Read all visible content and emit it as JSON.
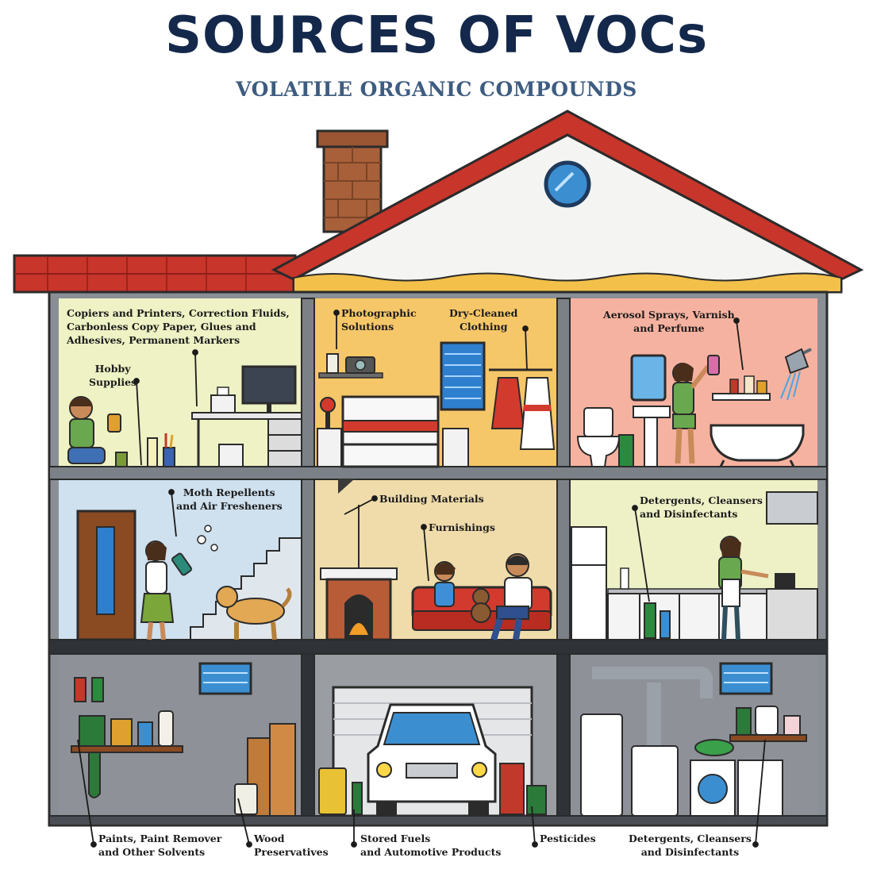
{
  "header": {
    "title": "SOURCES OF VOCs",
    "subtitle": "VOLATILE ORGANIC COMPOUNDS"
  },
  "labels": {
    "office_sources": "Copiers and Printers, Correction Fluids,\nCarbonless Copy Paper, Glues and\nAdhesives, Permanent Markers",
    "hobby_supplies": "Hobby\nSupplies",
    "photographic_solutions": "Photographic\nSolutions",
    "dry_cleaned_clothing": "Dry-Cleaned\nClothing",
    "aerosol_sprays": "Aerosol Sprays, Varnish\nand Perfume",
    "moth_repellents": "Moth Repellents\nand Air Fresheners",
    "building_materials": "Building Materials",
    "furnishings": "Furnishings",
    "kitchen_detergents": "Detergents, Cleansers\nand Disinfectants",
    "paints": "Paints, Paint Remover\nand Other Solvents",
    "wood_preservatives": "Wood\nPreservatives",
    "stored_fuels": "Stored Fuels\nand Automotive Products",
    "pesticides": "Pesticides",
    "laundry_detergents": "Detergents, Cleansers\nand Disinfectants"
  },
  "colors": {
    "title": "#14284b",
    "subtitle": "#3e5c80",
    "roof": "#c8352b",
    "wall": "#8a8f96",
    "office_room": "#eef2c4",
    "bedroom": "#f6c768",
    "bathroom": "#f6b2a0",
    "hallway": "#cfe0ee",
    "living_room": "#efdcaa",
    "kitchen": "#eef0c6",
    "basement": "#8e9197"
  }
}
